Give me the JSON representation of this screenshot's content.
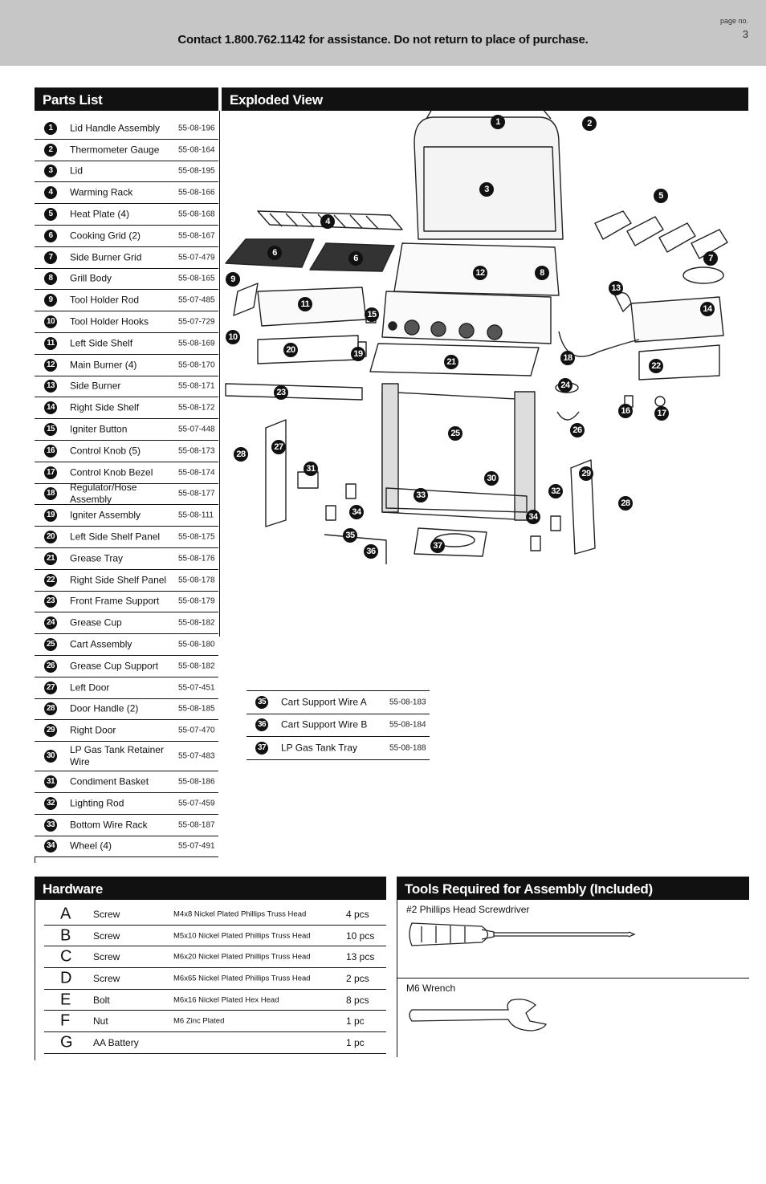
{
  "header": {
    "contact": "Contact 1.800.762.1142 for assistance. Do not return to place of purchase.",
    "page_label": "page no.",
    "page_number": "3"
  },
  "sections": {
    "parts_list": "Parts List",
    "exploded_view": "Exploded View",
    "hardware": "Hardware",
    "tools": "Tools Required for Assembly (Included)"
  },
  "parts": [
    {
      "num": "1",
      "name": "Lid Handle Assembly",
      "code": "55-08-196"
    },
    {
      "num": "2",
      "name": "Thermometer Gauge",
      "code": "55-08-164"
    },
    {
      "num": "3",
      "name": "Lid",
      "code": "55-08-195"
    },
    {
      "num": "4",
      "name": "Warming Rack",
      "code": "55-08-166"
    },
    {
      "num": "5",
      "name": "Heat Plate (4)",
      "code": "55-08-168"
    },
    {
      "num": "6",
      "name": "Cooking Grid (2)",
      "code": "55-08-167"
    },
    {
      "num": "7",
      "name": "Side Burner Grid",
      "code": "55-07-479"
    },
    {
      "num": "8",
      "name": "Grill Body",
      "code": "55-08-165"
    },
    {
      "num": "9",
      "name": "Tool Holder Rod",
      "code": "55-07-485"
    },
    {
      "num": "10",
      "name": "Tool Holder Hooks",
      "code": "55-07-729"
    },
    {
      "num": "11",
      "name": "Left Side Shelf",
      "code": "55-08-169"
    },
    {
      "num": "12",
      "name": "Main Burner (4)",
      "code": "55-08-170"
    },
    {
      "num": "13",
      "name": "Side Burner",
      "code": "55-08-171"
    },
    {
      "num": "14",
      "name": "Right Side Shelf",
      "code": "55-08-172"
    },
    {
      "num": "15",
      "name": "Igniter Button",
      "code": "55-07-448"
    },
    {
      "num": "16",
      "name": "Control Knob (5)",
      "code": "55-08-173"
    },
    {
      "num": "17",
      "name": "Control Knob Bezel",
      "code": "55-08-174"
    },
    {
      "num": "18",
      "name": "Regulator/Hose Assembly",
      "code": "55-08-177"
    },
    {
      "num": "19",
      "name": "Igniter Assembly",
      "code": "55-08-111"
    },
    {
      "num": "20",
      "name": "Left Side Shelf Panel",
      "code": "55-08-175"
    },
    {
      "num": "21",
      "name": "Grease Tray",
      "code": "55-08-176"
    },
    {
      "num": "22",
      "name": "Right Side Shelf Panel",
      "code": "55-08-178"
    },
    {
      "num": "23",
      "name": "Front Frame Support",
      "code": "55-08-179"
    },
    {
      "num": "24",
      "name": "Grease Cup",
      "code": "55-08-182"
    },
    {
      "num": "25",
      "name": "Cart Assembly",
      "code": "55-08-180"
    },
    {
      "num": "26",
      "name": "Grease Cup Support",
      "code": "55-08-182"
    },
    {
      "num": "27",
      "name": "Left Door",
      "code": "55-07-451"
    },
    {
      "num": "28",
      "name": "Door Handle (2)",
      "code": "55-08-185"
    },
    {
      "num": "29",
      "name": "Right Door",
      "code": "55-07-470"
    },
    {
      "num": "30",
      "name": "LP Gas Tank Retainer Wire",
      "code": "55-07-483"
    },
    {
      "num": "31",
      "name": "Condiment Basket",
      "code": "55-08-186"
    },
    {
      "num": "32",
      "name": "Lighting Rod",
      "code": "55-07-459"
    },
    {
      "num": "33",
      "name": "Bottom Wire Rack",
      "code": "55-08-187"
    },
    {
      "num": "34",
      "name": "Wheel (4)",
      "code": "55-07-491"
    }
  ],
  "parts_extra": [
    {
      "num": "35",
      "name": "Cart Support Wire A",
      "code": "55-08-183"
    },
    {
      "num": "36",
      "name": "Cart Support Wire B",
      "code": "55-08-184"
    },
    {
      "num": "37",
      "name": "LP Gas Tank Tray",
      "code": "55-08-188"
    }
  ],
  "diagram_callouts": [
    "1",
    "2",
    "3",
    "4",
    "5",
    "6",
    "6",
    "7",
    "8",
    "9",
    "10",
    "11",
    "12",
    "13",
    "14",
    "15",
    "16",
    "17",
    "18",
    "19",
    "20",
    "21",
    "22",
    "23",
    "24",
    "25",
    "26",
    "27",
    "28",
    "28",
    "29",
    "30",
    "31",
    "32",
    "33",
    "34",
    "34",
    "35",
    "36",
    "37"
  ],
  "hardware": [
    {
      "letter": "A",
      "type": "Screw",
      "desc": "M4x8 Nickel Plated Phillips Truss Head",
      "qty": "4 pcs"
    },
    {
      "letter": "B",
      "type": "Screw",
      "desc": "M5x10 Nickel Plated Phillips Truss Head",
      "qty": "10 pcs"
    },
    {
      "letter": "C",
      "type": "Screw",
      "desc": "M6x20 Nickel Plated Phillips Truss Head",
      "qty": "13 pcs"
    },
    {
      "letter": "D",
      "type": "Screw",
      "desc": "M6x65 Nickel Plated Phillips Truss Head",
      "qty": "2 pcs"
    },
    {
      "letter": "E",
      "type": "Bolt",
      "desc": "M6x16 Nickel Plated Hex Head",
      "qty": "8 pcs"
    },
    {
      "letter": "F",
      "type": "Nut",
      "desc": "M6 Zinc Plated",
      "qty": "1 pc"
    },
    {
      "letter": "G",
      "type": "AA Battery",
      "desc": "",
      "qty": "1 pc"
    }
  ],
  "tools": [
    {
      "label": "#2 Phillips Head Screwdriver",
      "icon": "screwdriver-icon"
    },
    {
      "label": "M6 Wrench",
      "icon": "wrench-icon"
    }
  ]
}
